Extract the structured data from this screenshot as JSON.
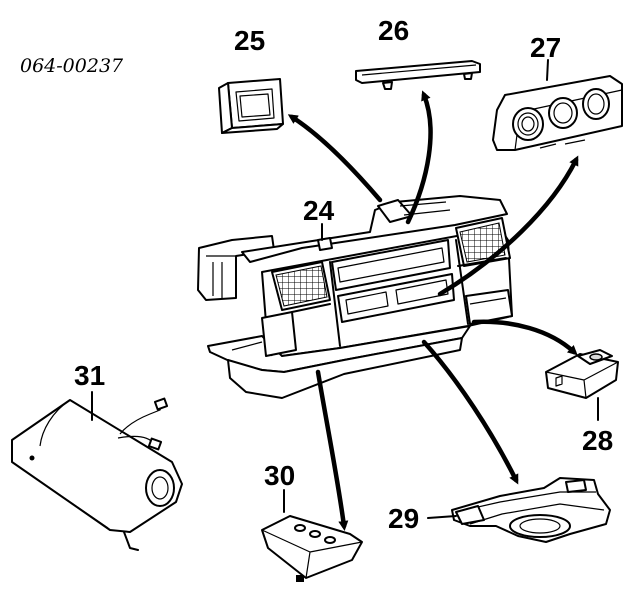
{
  "diagram": {
    "reference_code": "064-00237",
    "callouts": {
      "p24": "24",
      "p25": "25",
      "p26": "26",
      "p27": "27",
      "p28": "28",
      "p29": "29",
      "p30": "30",
      "p31": "31"
    }
  }
}
